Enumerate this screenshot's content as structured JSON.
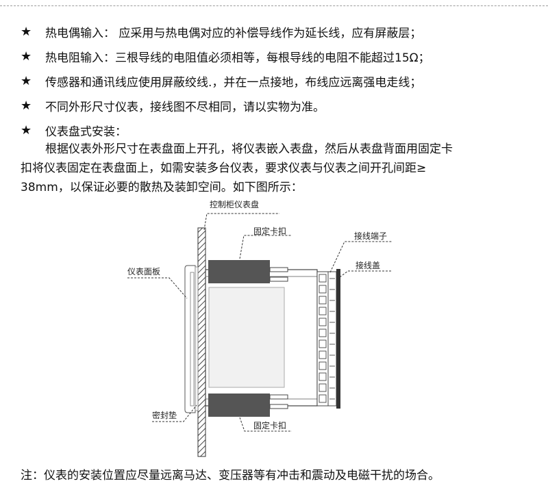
{
  "bullets": [
    {
      "icon": "star-icon",
      "text": "热电偶输入：  应采用与热电偶对应的补偿导线作为延长线，应有屏蔽层；"
    },
    {
      "icon": "star-icon",
      "text": "热电阻输入：三根导线的电阻值必须相等，每根导线的电阻不能超过15Ω；"
    },
    {
      "icon": "star-icon",
      "text": "传感器和通讯线应使用屏蔽绞线.，并在一点接地，布线应远离强电走线；"
    },
    {
      "icon": "star-icon",
      "text": "不同外形尺寸仪表，接线图不尽相同，请以实物为准。"
    },
    {
      "icon": "star-icon",
      "text": "仪表盘式安装："
    }
  ],
  "star_glyph": "★",
  "paragraph": {
    "line1": "根据仪表外形尺寸在表盘面上开孔，将仪表嵌入表盘，然后从表盘背面用固定卡",
    "line2": "扣将仪表固定在表盘面上，如需安装多台仪表，要求仪表与仪表之间开孔间距≥",
    "line3": "38mm，以保证必要的散热及装卸空间。如下图所示："
  },
  "diagram": {
    "labels": {
      "cabinet_panel": "控制柜仪表盘",
      "clip_top": "固定卡扣",
      "terminal": "接线端子",
      "terminal_cover": "接线盖",
      "front_panel": "仪表面板",
      "gasket": "密封垫",
      "clip_bottom": "固定卡扣"
    }
  },
  "note": "注：仪表的安装位置应尽量远离马达、变压器等有冲击和震动及电磁干扰的场合。"
}
